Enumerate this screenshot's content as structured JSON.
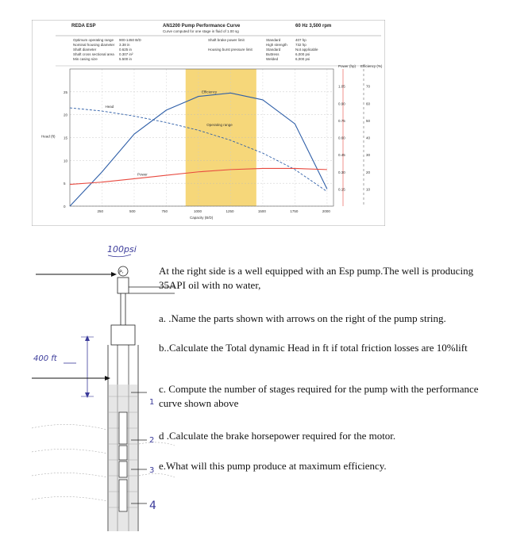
{
  "chart_data": {
    "type": "line",
    "header": {
      "logo": "REDA ESP",
      "title": "AN1200 Pump Performance Curve",
      "subtitle": "Curve computed for one stage in fluid of 1.00 sg",
      "speed": "60 Hz 3,500 rpm"
    },
    "info_left": [
      [
        "Optimum operating range",
        "900-1450 B/D"
      ],
      [
        "Nominal housing diameter",
        "3.38 in"
      ],
      [
        "Shaft diameter",
        "0.625 in"
      ],
      [
        "Shaft cross sectional area",
        "0.307 in²"
      ],
      [
        "Min casing size",
        "5.500 in"
      ]
    ],
    "info_mid": [
      "Shaft brake power limit",
      "Housing burst pressure limit"
    ],
    "info_right": [
      [
        "Standard",
        "407 hp"
      ],
      [
        "High strength",
        "732 hp"
      ],
      [
        "Standard",
        "Not applicable"
      ],
      [
        "Buttress",
        "6,000 psi"
      ],
      [
        "Welded",
        "6,000 psi"
      ]
    ],
    "left_axis_title": "Head (ft)",
    "left_ticks": [
      0,
      5,
      10,
      15,
      20,
      25
    ],
    "x_label": "Capacity (B/D)",
    "x_ticks": [
      250,
      500,
      750,
      1000,
      1250,
      1500,
      1750,
      2000
    ],
    "x_range": [
      0,
      2050
    ],
    "head_range": [
      0,
      30
    ],
    "power_axis_title": "Power (hp)",
    "power_ticks": [
      0.15,
      0.3,
      0.45,
      0.6,
      0.75,
      0.9,
      1.05
    ],
    "eff_axis_title": "Efficiency (%)",
    "eff_ticks": [
      10,
      20,
      30,
      40,
      50,
      60,
      70
    ],
    "operating_range": [
      900,
      1450
    ],
    "operating_range_label": "Operating range",
    "series": [
      {
        "name": "Head",
        "color": "#2f5fa8",
        "x": [
          0,
          250,
          500,
          750,
          1000,
          1250,
          1500,
          1750,
          2000
        ],
        "y": [
          21.5,
          20.8,
          19.7,
          18.3,
          16.6,
          14.4,
          11.6,
          8.0,
          3.2
        ]
      },
      {
        "name": "Efficiency",
        "color": "#2f5fa8",
        "x": [
          0,
          250,
          500,
          750,
          1000,
          1250,
          1500,
          1750,
          2000
        ],
        "y": [
          0,
          20,
          42,
          56,
          64,
          66,
          62,
          48,
          10
        ]
      },
      {
        "name": "Power",
        "color": "#e8493f",
        "x": [
          0,
          250,
          500,
          750,
          1000,
          1250,
          1500,
          1750,
          2000
        ],
        "y": [
          0.19,
          0.21,
          0.24,
          0.27,
          0.3,
          0.32,
          0.33,
          0.33,
          0.32
        ]
      }
    ]
  },
  "wellbore": {
    "pressure_annotation": "100psi",
    "wellhead_symbol": "Pᵣ",
    "depth_annotation": "400 ft",
    "arrow_numbers": [
      "1",
      "2",
      "3",
      "4"
    ]
  },
  "questions": {
    "intro": "At the right side is a well equipped with an Esp pump.The well is producing 35API oil with no water,",
    "a": "a. .Name the parts shown with arrows on the right of the  pump string.",
    "b": "b..Calculate the Total dynamic Head in ft  if total friction losses are 10%lift",
    "c": "c. Compute the number of  stages required for the pump with the performance curve shown above",
    "d": "d .Calculate the brake horsepower required for the motor.",
    "e": "e.What will this pump produce  at maximum efficiency."
  }
}
